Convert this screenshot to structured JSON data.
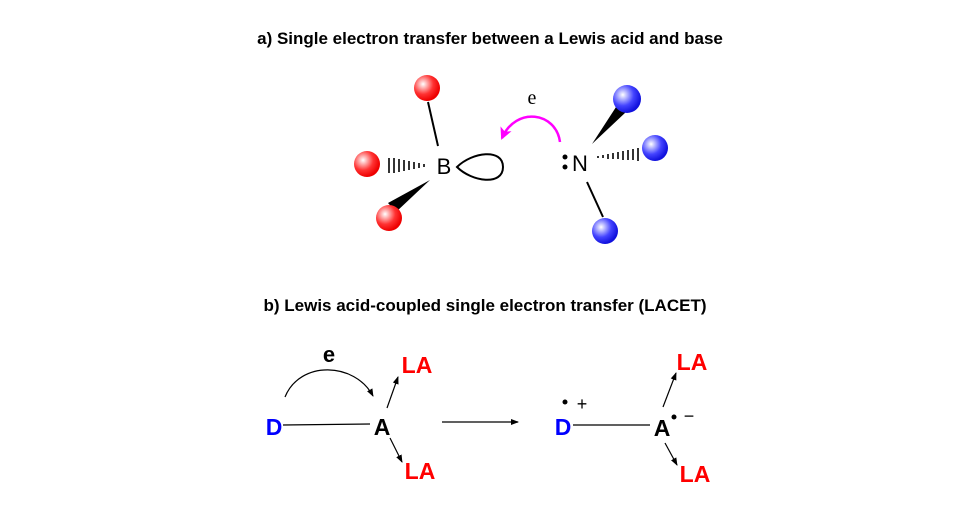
{
  "panel_a": {
    "title": "a) Single electron transfer between a Lewis acid and base",
    "boron": "B",
    "nitrogen": "N",
    "lone_pair": ":",
    "electron": "e",
    "colors": {
      "acid_ball": "#ee0000",
      "base_ball": "#1a1aee",
      "arrow": "#ff00ff"
    }
  },
  "panel_b": {
    "title": "b) Lewis acid-coupled single electron transfer (LACET)",
    "electron": "e",
    "donor": "D",
    "acceptor": "A",
    "lewis_acid": "LA",
    "radical_cation_sign": "+",
    "radical_anion_sign": "−",
    "colors": {
      "donor": "#0000ff",
      "lewis_acid": "#ff0000"
    }
  }
}
